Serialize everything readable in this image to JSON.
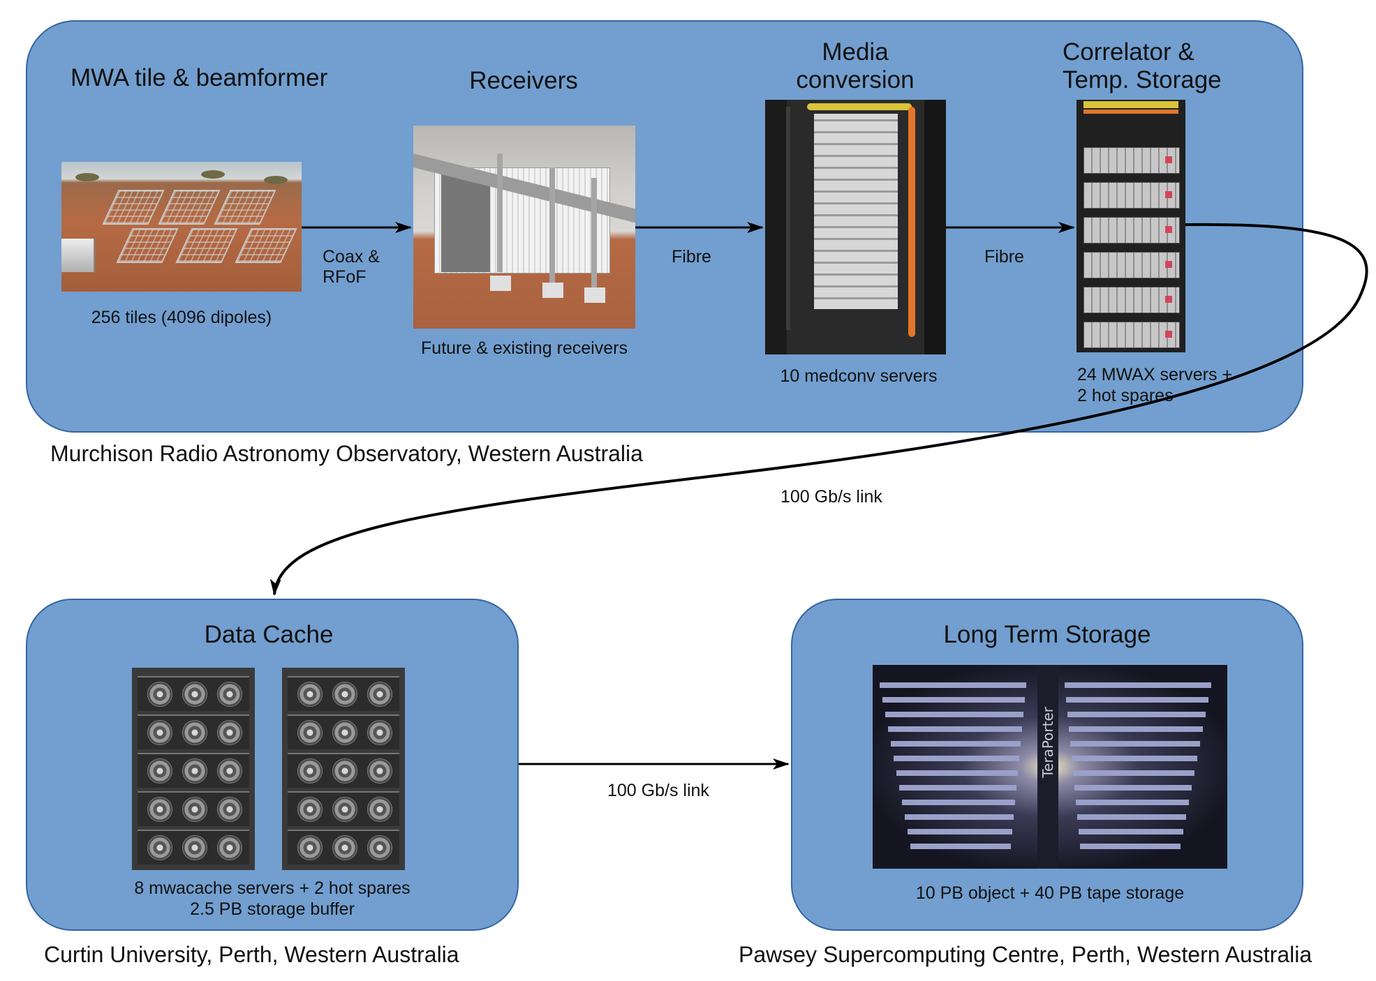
{
  "mro": {
    "stage_tiles": {
      "title": "MWA tile & beamformer",
      "caption": "256 tiles (4096 dipoles)"
    },
    "stage_receivers": {
      "title": "Receivers",
      "caption": "Future & existing receivers"
    },
    "stage_medconv": {
      "title_line1": "Media",
      "title_line2": "conversion",
      "caption": "10 medconv servers"
    },
    "stage_correlator": {
      "title_line1": "Correlator &",
      "title_line2": "Temp. Storage",
      "caption_line1": "24 MWAX servers +",
      "caption_line2": "2 hot spares"
    },
    "link_tiles_receivers": {
      "line1": "Coax &",
      "line2": "RFoF"
    },
    "link_receivers_medconv": "Fibre",
    "link_medconv_correlator": "Fibre",
    "site_label": "Murchison Radio Astronomy Observatory, Western Australia"
  },
  "link_mro_cache": "100 Gb/s link",
  "cache": {
    "title": "Data Cache",
    "caption_line1": "8 mwacache servers + 2 hot spares",
    "caption_line2": "2.5 PB storage buffer",
    "site_label": "Curtin University, Perth, Western Australia"
  },
  "link_cache_lts": "100 Gb/s link",
  "lts": {
    "title": "Long Term Storage",
    "caption": "10 PB object + 40 PB tape storage",
    "site_label": "Pawsey Supercomputing Centre, Perth, Western Australia",
    "photo_brand_text": "TeraPorter"
  },
  "colors": {
    "panel_fill": "#729fcf",
    "panel_border": "#3465a4",
    "arrow": "#000000"
  }
}
